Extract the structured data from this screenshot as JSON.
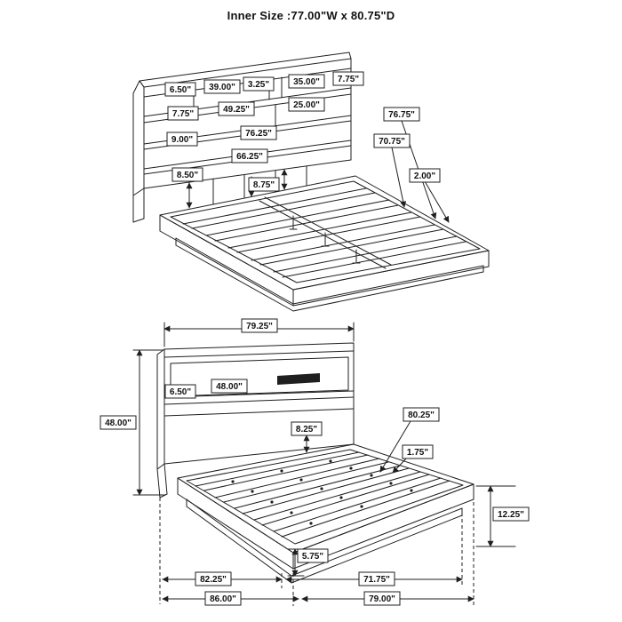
{
  "title": "Inner Size :77.00\"W x 80.75\"D",
  "colors": {
    "line": "#1f1f1f",
    "background": "#ffffff",
    "text": "#111111"
  },
  "top_view": {
    "labels": {
      "shelf_left_height": "6.50\"",
      "shelf_left_width": "39.00\"",
      "divider_width": "3.25\"",
      "shelf_right_width": "35.00\"",
      "headboard_top_height": "7.75\"",
      "row2_height": "7.75\"",
      "row2_width": "49.25\"",
      "cubby_width": "25.00\"",
      "row3_height": "9.00\"",
      "row3_width": "76.25\"",
      "inner_width": "66.25\"",
      "gap_height": "8.50\"",
      "slat_gap": "8.75\"",
      "rail_length": "76.75\"",
      "inner_length": "70.75\"",
      "rail_thickness": "2.00\""
    }
  },
  "bottom_view": {
    "labels": {
      "overall_width": "79.25\"",
      "overall_height": "48.00\"",
      "shelf_height": "6.50\"",
      "shelf_width": "48.00\"",
      "headboard_gap": "8.25\"",
      "inner_depth": "80.25\"",
      "slat_thickness": "1.75\"",
      "platform_height": "12.25\"",
      "base_height": "5.75\"",
      "deck_depth": "82.25\"",
      "foot_depth": "71.75\"",
      "overall_depth": "86.00\"",
      "frame_depth": "79.00\""
    }
  }
}
